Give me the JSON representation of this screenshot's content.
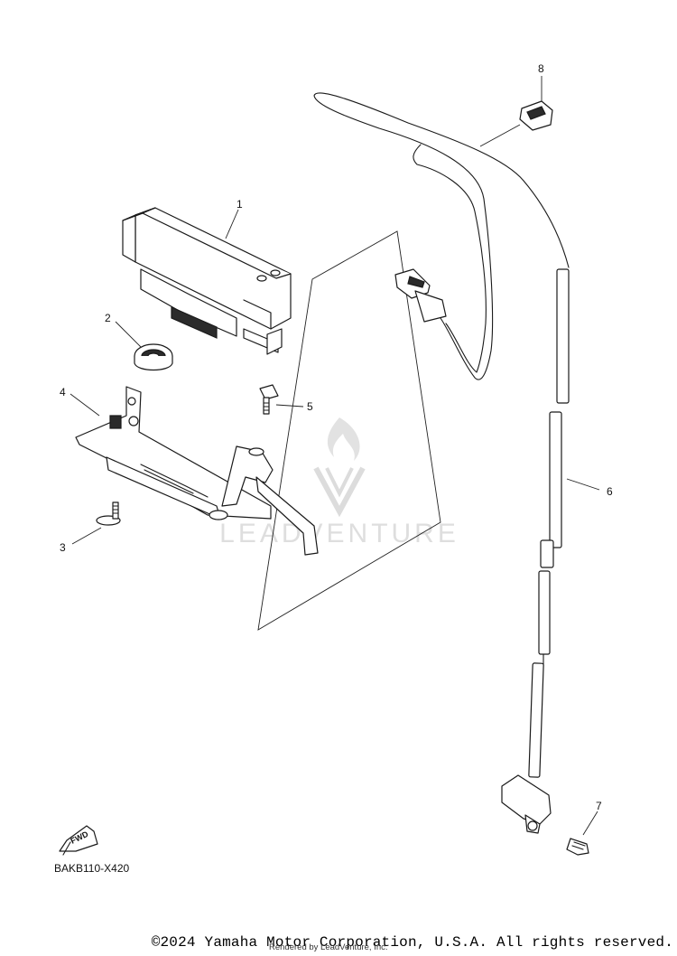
{
  "diagram": {
    "callouts": [
      "1",
      "2",
      "3",
      "4",
      "5",
      "6",
      "7",
      "8"
    ],
    "fwd_label": "FWD",
    "code": "BAKB110-X420",
    "watermark_text": "LEADVENTURE",
    "copyright": "©2024 Yamaha Motor Corporation, U.S.A. All rights reserved.",
    "rendered_by": "Rendered by LeadVenture, Inc."
  },
  "icons": {
    "fwd_arrow": "fwd-arrow-icon",
    "watermark_logo": "flame-v-logo-icon"
  },
  "colors": {
    "line": "#1a1a1a",
    "watermark": "#d9d9d9",
    "background": "#ffffff"
  }
}
